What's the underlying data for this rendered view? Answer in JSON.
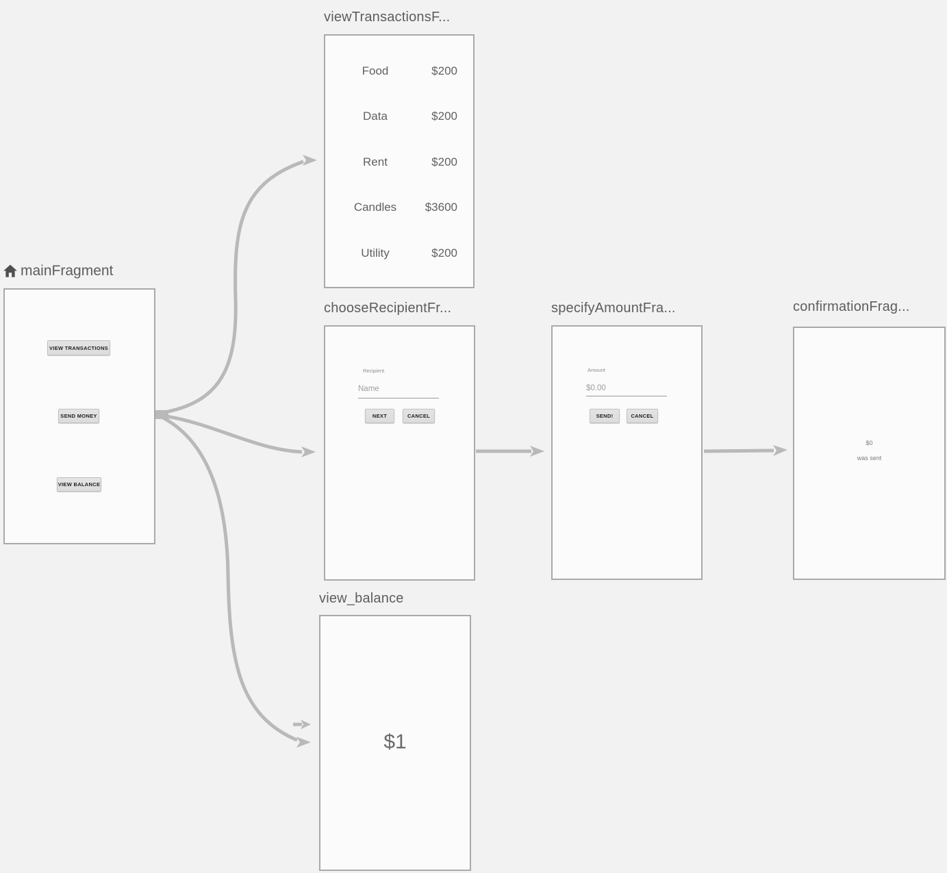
{
  "editor": {
    "background_color": "#f2f2f2",
    "node_fill_color": "#fbfbfb",
    "node_border_color": "#a9a9a9",
    "arrow_color": "#b9b9b9",
    "title_color": "#5d5d5d"
  },
  "fragments": {
    "main": {
      "title": "mainFragment",
      "home_icon": "home-icon",
      "buttons": [
        "VIEW TRANSACTIONS",
        "SEND MONEY",
        "VIEW BALANCE"
      ]
    },
    "view_transactions": {
      "title": "viewTransactionsF...",
      "rows": [
        {
          "label": "Food",
          "amount": "$200"
        },
        {
          "label": "Data",
          "amount": "$200"
        },
        {
          "label": "Rent",
          "amount": "$200"
        },
        {
          "label": "Candles",
          "amount": "$3600"
        },
        {
          "label": "Utility",
          "amount": "$200"
        }
      ]
    },
    "choose_recipient": {
      "title": "chooseRecipientFr...",
      "field_label": "Recipient",
      "field_placeholder": "Name",
      "buttons": [
        "NEXT",
        "CANCEL"
      ]
    },
    "specify_amount": {
      "title": "specifyAmountFra...",
      "field_label": "Amount",
      "field_placeholder": "$0.00",
      "buttons": [
        "SEND!",
        "CANCEL"
      ]
    },
    "confirmation": {
      "title": "confirmationFrag...",
      "amount": "$0",
      "message": "was sent"
    },
    "view_balance": {
      "title": "view_balance",
      "balance": "$1"
    }
  }
}
